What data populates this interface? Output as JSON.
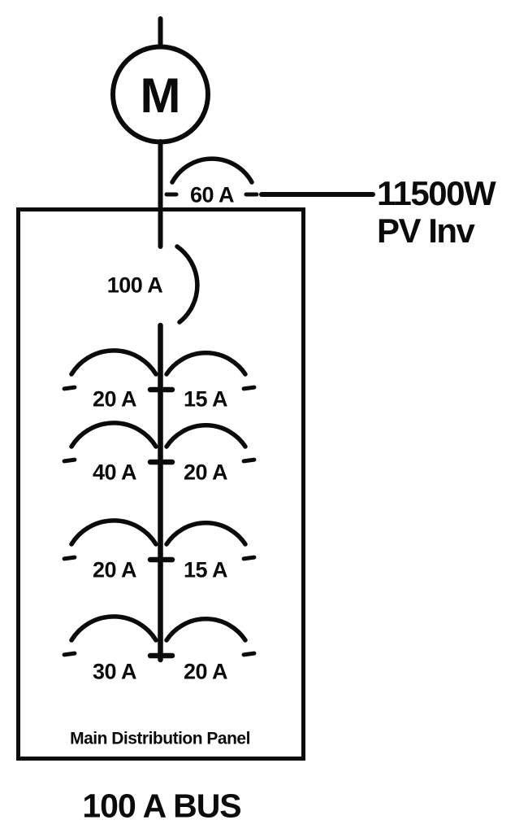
{
  "diagram": {
    "meter": {
      "label": "M"
    },
    "pv_branch": {
      "breaker_rating": "60 A",
      "inverter_line1": "11500W",
      "inverter_line2": "PV Inv"
    },
    "main_breaker": {
      "rating": "100 A"
    },
    "panel": {
      "title": "Main Distribution Panel",
      "bus_label": "100 A BUS",
      "branch_breakers": [
        {
          "left": "20 A",
          "right": "15 A"
        },
        {
          "left": "40 A",
          "right": "20 A"
        },
        {
          "left": "20 A",
          "right": "15 A"
        },
        {
          "left": "30 A",
          "right": "20 A"
        }
      ]
    },
    "colors": {
      "line": "#0b0b0b",
      "background": "#ffffff"
    }
  }
}
